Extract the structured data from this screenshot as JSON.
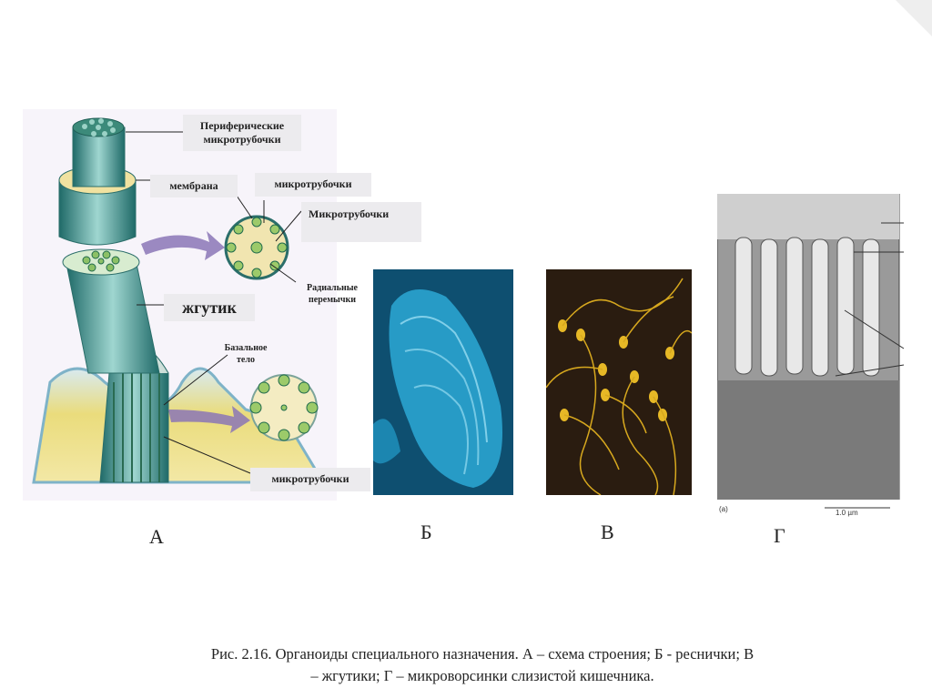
{
  "panel_a": {
    "labels": {
      "peripheral_microtubules": "Периферические микротрубочки",
      "membrane": "мембрана",
      "microtubules_1": "микротрубочки",
      "microtubules_2": "Микротрубочки",
      "radial_spokes": "Радиальные перемычки",
      "flagellum": "жгутик",
      "basal_body": "Базальное тело",
      "microtubules_3": "микротрубочки"
    },
    "letter": "А"
  },
  "panel_b": {
    "letter": "Б"
  },
  "panel_v": {
    "letter": "В"
  },
  "panel_g": {
    "letter": "Г",
    "micrograph_tag": "(a)",
    "scale_bar": "1.0 µm"
  },
  "caption": {
    "line1": "Рис. 2.16. Органоиды специального назначения. А – схема строения; Б - реснички; В",
    "line2": "– жгутики; Г – микроворсинки слизистой кишечника."
  },
  "colors": {
    "teal": "#4e9a96",
    "cyan_photo": "#1f9fc8",
    "gold_photo": "#e6b826",
    "dark_photo": "#2a1c10",
    "yellow_body": "#efe08e",
    "arrow_purple": "#8b75b6"
  }
}
